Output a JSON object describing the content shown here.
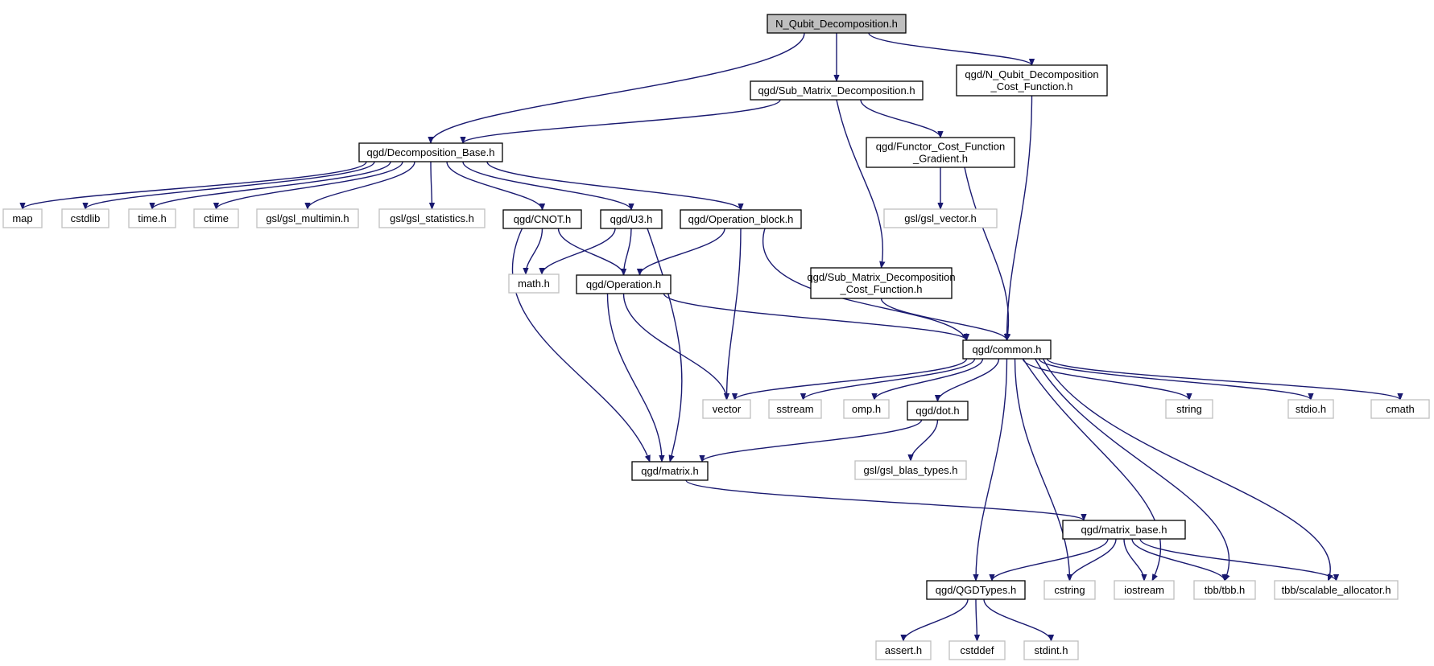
{
  "colors": {
    "edge": "#191970",
    "root_fill": "#bfbfbf",
    "root_border": "#000000",
    "local_border": "#000000",
    "system_border": "#bfbfbf",
    "background": "#ffffff"
  },
  "nodes": [
    {
      "id": "root",
      "lines": [
        "N_Qubit_Decomposition.h"
      ],
      "kind": "root"
    },
    {
      "id": "submat",
      "lines": [
        "qgd/Sub_Matrix_Decomposition.h"
      ],
      "kind": "local"
    },
    {
      "id": "nqcost",
      "lines": [
        "qgd/N_Qubit_Decomposition",
        "_Cost_Function.h"
      ],
      "kind": "local"
    },
    {
      "id": "decomp",
      "lines": [
        "qgd/Decomposition_Base.h"
      ],
      "kind": "local"
    },
    {
      "id": "functor",
      "lines": [
        "qgd/Functor_Cost_Function",
        "_Gradient.h"
      ],
      "kind": "local"
    },
    {
      "id": "map",
      "lines": [
        "map"
      ],
      "kind": "system"
    },
    {
      "id": "cstdlib",
      "lines": [
        "cstdlib"
      ],
      "kind": "system"
    },
    {
      "id": "timeh",
      "lines": [
        "time.h"
      ],
      "kind": "system"
    },
    {
      "id": "ctime",
      "lines": [
        "ctime"
      ],
      "kind": "system"
    },
    {
      "id": "multimin",
      "lines": [
        "gsl/gsl_multimin.h"
      ],
      "kind": "system"
    },
    {
      "id": "stats",
      "lines": [
        "gsl/gsl_statistics.h"
      ],
      "kind": "system"
    },
    {
      "id": "cnot",
      "lines": [
        "qgd/CNOT.h"
      ],
      "kind": "local"
    },
    {
      "id": "u3",
      "lines": [
        "qgd/U3.h"
      ],
      "kind": "local"
    },
    {
      "id": "opblock",
      "lines": [
        "qgd/Operation_block.h"
      ],
      "kind": "local"
    },
    {
      "id": "gslvector",
      "lines": [
        "gsl/gsl_vector.h"
      ],
      "kind": "system"
    },
    {
      "id": "mathh",
      "lines": [
        "math.h"
      ],
      "kind": "system"
    },
    {
      "id": "operation",
      "lines": [
        "qgd/Operation.h"
      ],
      "kind": "local"
    },
    {
      "id": "submatcost",
      "lines": [
        "qgd/Sub_Matrix_Decomposition",
        "_Cost_Function.h"
      ],
      "kind": "local"
    },
    {
      "id": "common",
      "lines": [
        "qgd/common.h"
      ],
      "kind": "local"
    },
    {
      "id": "vector",
      "lines": [
        "vector"
      ],
      "kind": "system"
    },
    {
      "id": "sstream",
      "lines": [
        "sstream"
      ],
      "kind": "system"
    },
    {
      "id": "omph",
      "lines": [
        "omp.h"
      ],
      "kind": "system"
    },
    {
      "id": "dot",
      "lines": [
        "qgd/dot.h"
      ],
      "kind": "local"
    },
    {
      "id": "string",
      "lines": [
        "string"
      ],
      "kind": "system"
    },
    {
      "id": "stdioh",
      "lines": [
        "stdio.h"
      ],
      "kind": "system"
    },
    {
      "id": "cmath",
      "lines": [
        "cmath"
      ],
      "kind": "system"
    },
    {
      "id": "matrix",
      "lines": [
        "qgd/matrix.h"
      ],
      "kind": "local"
    },
    {
      "id": "blastypes",
      "lines": [
        "gsl/gsl_blas_types.h"
      ],
      "kind": "system"
    },
    {
      "id": "matrixbase",
      "lines": [
        "qgd/matrix_base.h"
      ],
      "kind": "local"
    },
    {
      "id": "qgdtypes",
      "lines": [
        "qgd/QGDTypes.h"
      ],
      "kind": "local"
    },
    {
      "id": "cstring",
      "lines": [
        "cstring"
      ],
      "kind": "system"
    },
    {
      "id": "iostream",
      "lines": [
        "iostream"
      ],
      "kind": "system"
    },
    {
      "id": "tbbh",
      "lines": [
        "tbb/tbb.h"
      ],
      "kind": "system"
    },
    {
      "id": "scalable",
      "lines": [
        "tbb/scalable_allocator.h"
      ],
      "kind": "system"
    },
    {
      "id": "asserth",
      "lines": [
        "assert.h"
      ],
      "kind": "system"
    },
    {
      "id": "cstddef",
      "lines": [
        "cstddef"
      ],
      "kind": "system"
    },
    {
      "id": "stdinth",
      "lines": [
        "stdint.h"
      ],
      "kind": "system"
    }
  ],
  "edges": [
    [
      "root",
      "decomp"
    ],
    [
      "root",
      "submat"
    ],
    [
      "root",
      "nqcost"
    ],
    [
      "submat",
      "decomp"
    ],
    [
      "submat",
      "functor"
    ],
    [
      "submat",
      "submatcost"
    ],
    [
      "nqcost",
      "common"
    ],
    [
      "decomp",
      "map"
    ],
    [
      "decomp",
      "cstdlib"
    ],
    [
      "decomp",
      "timeh"
    ],
    [
      "decomp",
      "ctime"
    ],
    [
      "decomp",
      "multimin"
    ],
    [
      "decomp",
      "stats"
    ],
    [
      "decomp",
      "cnot"
    ],
    [
      "decomp",
      "u3"
    ],
    [
      "decomp",
      "opblock"
    ],
    [
      "functor",
      "gslvector"
    ],
    [
      "functor",
      "common"
    ],
    [
      "cnot",
      "mathh"
    ],
    [
      "cnot",
      "operation"
    ],
    [
      "cnot",
      "matrix"
    ],
    [
      "u3",
      "mathh"
    ],
    [
      "u3",
      "operation"
    ],
    [
      "u3",
      "matrix"
    ],
    [
      "opblock",
      "operation"
    ],
    [
      "opblock",
      "vector"
    ],
    [
      "opblock",
      "common"
    ],
    [
      "operation",
      "common"
    ],
    [
      "operation",
      "vector"
    ],
    [
      "operation",
      "matrix"
    ],
    [
      "submatcost",
      "common"
    ],
    [
      "common",
      "vector"
    ],
    [
      "common",
      "sstream"
    ],
    [
      "common",
      "omph"
    ],
    [
      "common",
      "dot"
    ],
    [
      "common",
      "string"
    ],
    [
      "common",
      "stdioh"
    ],
    [
      "common",
      "cmath"
    ],
    [
      "common",
      "qgdtypes"
    ],
    [
      "common",
      "cstring"
    ],
    [
      "common",
      "iostream"
    ],
    [
      "common",
      "tbbh"
    ],
    [
      "common",
      "scalable"
    ],
    [
      "dot",
      "matrix"
    ],
    [
      "dot",
      "blastypes"
    ],
    [
      "matrix",
      "matrixbase"
    ],
    [
      "matrixbase",
      "qgdtypes"
    ],
    [
      "matrixbase",
      "cstring"
    ],
    [
      "matrixbase",
      "iostream"
    ],
    [
      "matrixbase",
      "tbbh"
    ],
    [
      "matrixbase",
      "scalable"
    ],
    [
      "qgdtypes",
      "asserth"
    ],
    [
      "qgdtypes",
      "cstddef"
    ],
    [
      "qgdtypes",
      "stdinth"
    ]
  ]
}
